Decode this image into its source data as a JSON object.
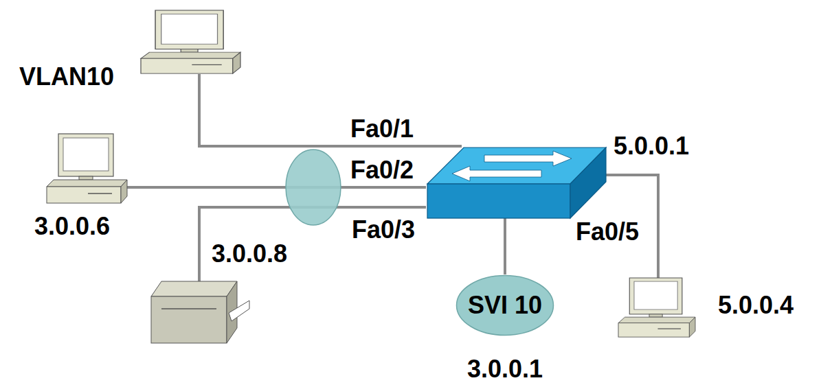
{
  "diagram": {
    "nodes": [
      {
        "text": [
          "3.0.0.6"
        ]
      },
      {
        "text": [
          "5.0.0.1"
        ]
      },
      {
        "text": [
          "3.0.0.8"
        ]
      },
      {
        "text": [
          "SVI 10",
          "3.0.0.1"
        ]
      },
      {
        "text": [
          "5.0.0.4"
        ]
      }
    ],
    "edges": [
      {
        "from": 1,
        "to": 0,
        "label": "Fa0/2",
        "arrow": "none"
      },
      {
        "from": 1,
        "to": 2,
        "label": "Fa0/3",
        "arrow": "none"
      },
      {
        "from": 1,
        "to": 4,
        "label": "Fa0/5",
        "arrow": "none"
      },
      {
        "from": 1,
        "to": 3,
        "arrow": "none"
      }
    ],
    "labels": [
      "VLAN10",
      "Fa0/1"
    ]
  }
}
